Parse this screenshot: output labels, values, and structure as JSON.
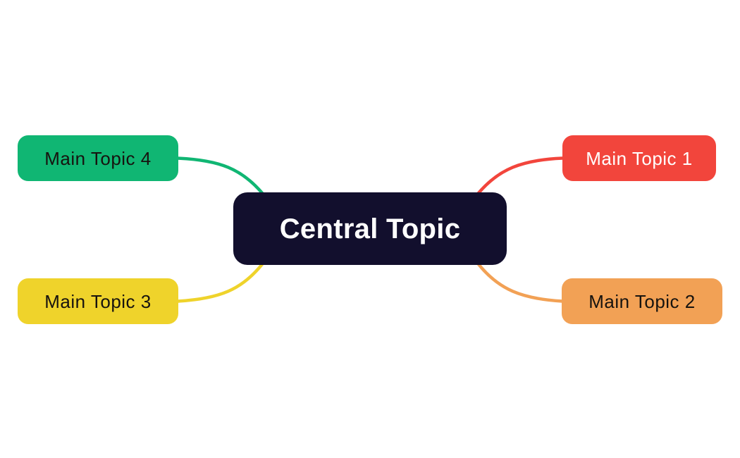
{
  "diagram": {
    "type": "mindmap",
    "background_color": "#FFFFFF",
    "central": {
      "label": "Central Topic",
      "fill": "#120F2D",
      "text_color": "#FFFFFF"
    },
    "branches": [
      {
        "label": "Main Topic 1",
        "position": "top-right",
        "fill": "#F2453C",
        "text_color": "#FFFFFF"
      },
      {
        "label": "Main Topic 2",
        "position": "bottom-right",
        "fill": "#F2A155",
        "text_color": "#17130F"
      },
      {
        "label": "Main Topic 3",
        "position": "bottom-left",
        "fill": "#EFD32B",
        "text_color": "#17130F"
      },
      {
        "label": "Main Topic 4",
        "position": "top-left",
        "fill": "#10B673",
        "text_color": "#17130F"
      }
    ]
  }
}
